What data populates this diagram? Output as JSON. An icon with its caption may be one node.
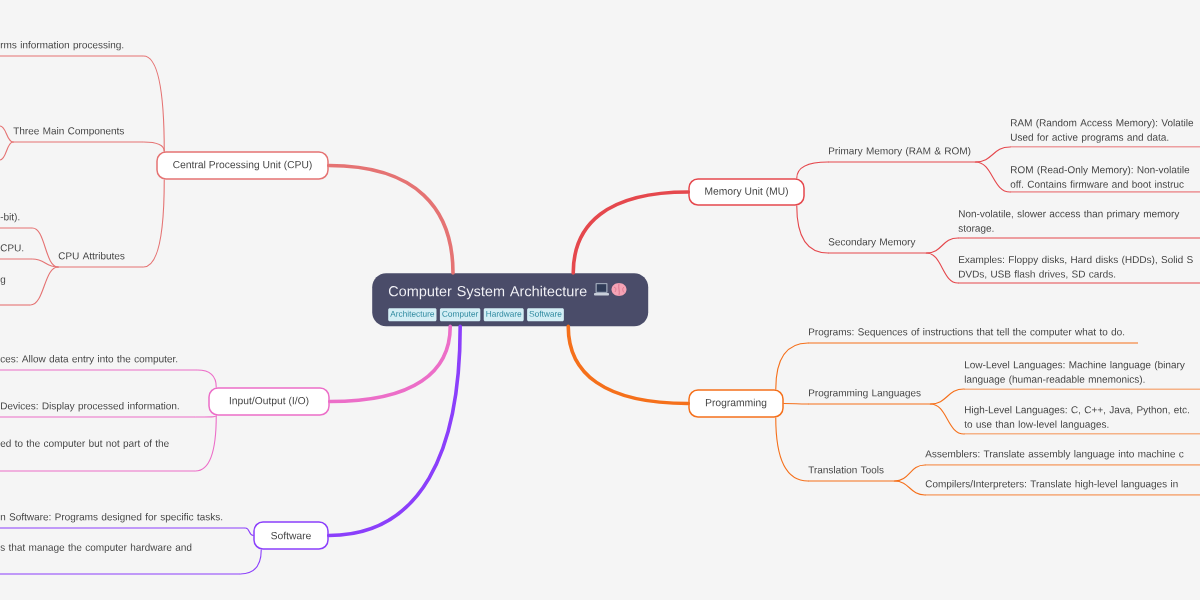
{
  "diagram": {
    "nodes": [
      {
        "text": [
          "Computer System Architecture"
        ]
      },
      {
        "text": [
          "Architecture"
        ],
        "in": 0
      },
      {
        "text": [
          "Computer"
        ],
        "in": 0
      },
      {
        "text": [
          "Hardware"
        ],
        "in": 0
      },
      {
        "text": [
          "Software"
        ],
        "in": 0
      },
      {
        "text": [
          "Central Processing Unit (CPU)"
        ]
      },
      {
        "text": [
          "rms information processing."
        ]
      },
      {
        "text": [
          "Three Main Components"
        ]
      },
      {
        "text": [
          "CPU Attributes"
        ]
      },
      {
        "text": [
          "-bit)."
        ]
      },
      {
        "text": [
          "CPU."
        ]
      },
      {
        "text": [
          "g"
        ]
      },
      {
        "text": [
          "Input/Output (I/O)"
        ]
      },
      {
        "text": [
          "ces: Allow data entry into the computer."
        ]
      },
      {
        "text": [
          "Devices: Display processed information."
        ]
      },
      {
        "text": [
          "ed to the computer but not part of the"
        ]
      },
      {
        "text": [
          "Software"
        ]
      },
      {
        "text": [
          "n Software: Programs designed for specific tasks."
        ]
      },
      {
        "text": [
          "s that manage the computer hardware and"
        ]
      },
      {
        "text": [
          "Memory Unit (MU)"
        ]
      },
      {
        "text": [
          "Primary Memory (RAM & ROM)"
        ]
      },
      {
        "text": [
          "RAM (Random Access Memory): Volatile Used for active programs and data."
        ]
      },
      {
        "text": [
          "ROM (Read-Only Memory): Non-volatile off. Contains firmware and boot instruc"
        ]
      },
      {
        "text": [
          "Secondary Memory"
        ]
      },
      {
        "text": [
          "Non-volatile, slower access than primary memory storage."
        ]
      },
      {
        "text": [
          "Examples: Floppy disks, Hard disks (HDDs), Solid S DVDs, USB flash drives, SD cards."
        ]
      },
      {
        "text": [
          "Programming"
        ]
      },
      {
        "text": [
          "Programs: Sequences of instructions that tell the computer what to do."
        ]
      },
      {
        "text": [
          "Programming Languages"
        ]
      },
      {
        "text": [
          "Low-Level Languages: Machine language (binary language (human-readable mnemonics)."
        ]
      },
      {
        "text": [
          "High-Level Languages: C, C++, Java, Python, etc. to use than low-level languages."
        ]
      },
      {
        "text": [
          "Translation Tools"
        ]
      },
      {
        "text": [
          "Assemblers: Translate assembly language into machine c"
        ]
      },
      {
        "text": [
          "Compilers/Interpreters: Translate high-level languages in"
        ]
      }
    ],
    "edges": [
      {
        "from": 0,
        "to": 5,
        "arrow": "none",
        "style": "thick",
        "color": "#e57373"
      },
      {
        "from": 5,
        "to": 6,
        "arrow": "none",
        "color": "#e57373"
      },
      {
        "from": 5,
        "to": 7,
        "arrow": "none",
        "color": "#e57373"
      },
      {
        "from": 5,
        "to": 8,
        "arrow": "none",
        "color": "#e57373"
      },
      {
        "from": 7,
        "to": null,
        "arrow": "none",
        "color": "#e57373"
      },
      {
        "from": 7,
        "to": null,
        "arrow": "none",
        "color": "#e57373"
      },
      {
        "from": 8,
        "to": 9,
        "arrow": "none",
        "color": "#e57373"
      },
      {
        "from": 8,
        "to": 10,
        "arrow": "none",
        "color": "#e57373"
      },
      {
        "from": 8,
        "to": 11,
        "arrow": "none",
        "color": "#e57373"
      },
      {
        "from": 0,
        "to": 12,
        "arrow": "none",
        "style": "thick",
        "color": "#ec6ec8"
      },
      {
        "from": 12,
        "to": 13,
        "arrow": "none",
        "color": "#ec6ec8"
      },
      {
        "from": 12,
        "to": 14,
        "arrow": "none",
        "color": "#ec6ec8"
      },
      {
        "from": 12,
        "to": 15,
        "arrow": "none",
        "color": "#ec6ec8"
      },
      {
        "from": 0,
        "to": 16,
        "arrow": "none",
        "style": "thick",
        "color": "#8b3ffb"
      },
      {
        "from": 16,
        "to": 17,
        "arrow": "none",
        "color": "#8b3ffb"
      },
      {
        "from": 16,
        "to": 18,
        "arrow": "none",
        "color": "#8b3ffb"
      },
      {
        "from": 0,
        "to": 19,
        "arrow": "none",
        "style": "thick",
        "color": "#e5484d"
      },
      {
        "from": 19,
        "to": 20,
        "arrow": "none",
        "color": "#e5484d"
      },
      {
        "from": 20,
        "to": 21,
        "arrow": "none",
        "color": "#e5484d"
      },
      {
        "from": 20,
        "to": 22,
        "arrow": "none",
        "color": "#e5484d"
      },
      {
        "from": 19,
        "to": 23,
        "arrow": "none",
        "color": "#e5484d"
      },
      {
        "from": 23,
        "to": 24,
        "arrow": "none",
        "color": "#e5484d"
      },
      {
        "from": 23,
        "to": 25,
        "arrow": "none",
        "color": "#e5484d"
      },
      {
        "from": 0,
        "to": 26,
        "arrow": "none",
        "style": "thick",
        "color": "#f5701b"
      },
      {
        "from": 26,
        "to": 27,
        "arrow": "none",
        "color": "#f5701b"
      },
      {
        "from": 26,
        "to": 28,
        "arrow": "none",
        "color": "#f5701b"
      },
      {
        "from": 28,
        "to": 29,
        "arrow": "none",
        "color": "#f5701b"
      },
      {
        "from": 28,
        "to": 30,
        "arrow": "none",
        "color": "#f5701b"
      },
      {
        "from": 26,
        "to": 31,
        "arrow": "none",
        "color": "#f5701b"
      },
      {
        "from": 31,
        "to": 32,
        "arrow": "none",
        "color": "#f5701b"
      },
      {
        "from": 31,
        "to": 33,
        "arrow": "none",
        "color": "#f5701b"
      }
    ]
  }
}
